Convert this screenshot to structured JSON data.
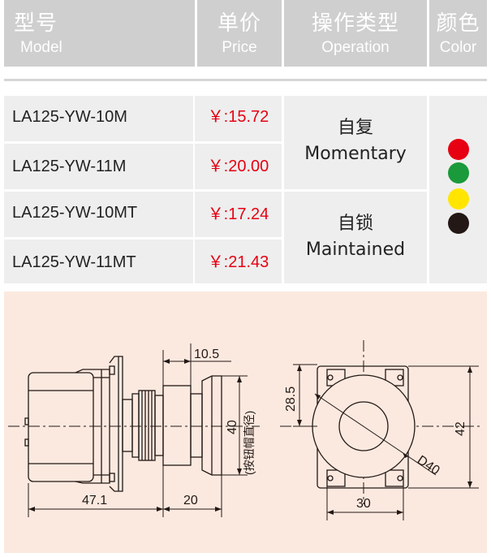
{
  "header": [
    {
      "cn": "型号",
      "en": "Model"
    },
    {
      "cn": "单价",
      "en": "Price"
    },
    {
      "cn": "操作类型",
      "en": "Operation"
    },
    {
      "cn": "颜色",
      "en": "Color"
    }
  ],
  "rows": [
    {
      "model": "LA125-YW-10M",
      "price": "￥:15.72"
    },
    {
      "model": "LA125-YW-11M",
      "price": "￥:20.00"
    },
    {
      "model": "LA125-YW-10MT",
      "price": "￥:17.24"
    },
    {
      "model": "LA125-YW-11MT",
      "price": "￥:21.43"
    }
  ],
  "operations": [
    {
      "cn": "自复",
      "en": "Momentary"
    },
    {
      "cn": "自锁",
      "en": "Maintained"
    }
  ],
  "colors": [
    "#e60012",
    "#1a9a3a",
    "#ffe500",
    "#231815"
  ],
  "drawing": {
    "dim_10_5": "10.5",
    "dim_47_1": "47.1",
    "dim_20": "20",
    "dim_40": "40",
    "dim_note": "(按钮帽直径)",
    "dim_28_5": "28.5",
    "dim_D40": "D40",
    "dim_42": "42",
    "dim_30": "30"
  }
}
